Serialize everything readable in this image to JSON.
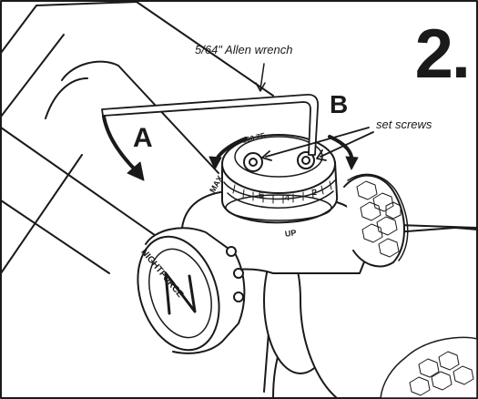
{
  "step": {
    "number": "2."
  },
  "labels": {
    "tool": "5/64\" Allen wrench",
    "rotation_marker": "A",
    "screw_marker": "B",
    "screws": "set screws"
  },
  "brand": {
    "name": "NIGHTFORCE"
  },
  "turret": {
    "top_text": "100 ZE",
    "numbers": [
      "6",
      "4",
      "2"
    ],
    "side_text": "MAX",
    "up_text": "UP"
  },
  "colors": {
    "line": "#1a1a1a",
    "fill": "#ffffff"
  }
}
